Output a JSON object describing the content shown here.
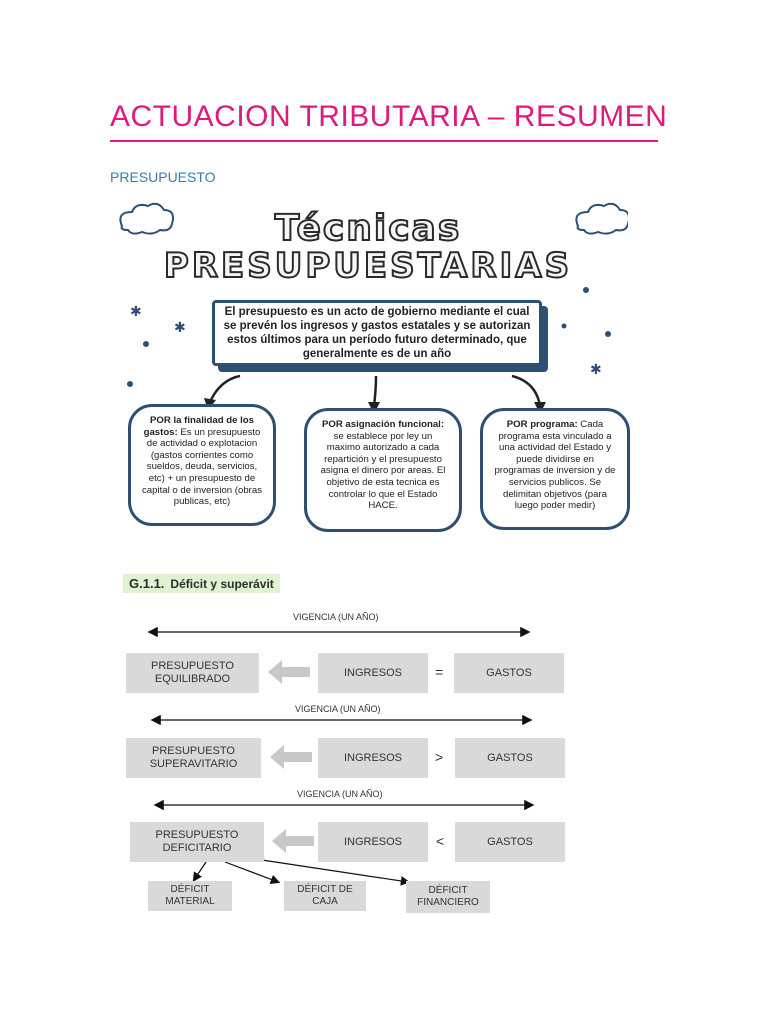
{
  "page": {
    "title": "ACTUACION TRIBUTARIA – RESUMEN",
    "section": "PRESUPUESTO"
  },
  "infographic": {
    "title_line1": "Técnicas",
    "title_line2": "PRESUPUESTARIAS",
    "main_text": "El presupuesto es un acto de gobierno mediante el cual se prevén los ingresos y gastos estatales y se autorizan estos últimos para un período futuro determinado, que generalmente es de un año",
    "boxes": [
      {
        "heading": "POR la finalidad de los gastos:",
        "text": " Es un presupuesto de actividad o explotacion (gastos corrientes como sueldos, deuda, servicios, etc) + un presupuesto de capital o de inversion (obras publicas, etc)"
      },
      {
        "heading": "POR asignación funcional:",
        "text": " se establece por ley un maximo autorizado a cada repartición y el presupuesto asigna el dinero por areas. El objetivo de esta tecnica es controlar lo que el Estado HACE."
      },
      {
        "heading": "POR programa:",
        "text": " Cada programa esta vinculado a una actividad del Estado y puede dividirse en programas de inversion y de servicios publicos. Se delimitan objetivos (para luego poder medir)"
      }
    ]
  },
  "diagram": {
    "label_num": "G.1.1.",
    "label_text": "Déficit y superávit",
    "vigencia": "VIGENCIA (UN AÑO)",
    "ingresos": "INGRESOS",
    "gastos": "GASTOS",
    "rows": [
      {
        "result": "PRESUPUESTO EQUILIBRADO",
        "operator": "="
      },
      {
        "result": "PRESUPUESTO SUPERAVITARIO",
        "operator": ">"
      },
      {
        "result": "PRESUPUESTO DEFICITARIO",
        "operator": "<"
      }
    ],
    "deficits": [
      "DÉFICIT MATERIAL",
      "DÉFICIT DE CAJA",
      "DÉFICIT FINANCIERO"
    ],
    "colors": {
      "box": "#d9d9d9",
      "arrow": "#c8c8c8",
      "label_bg": "#dff2d2"
    }
  }
}
